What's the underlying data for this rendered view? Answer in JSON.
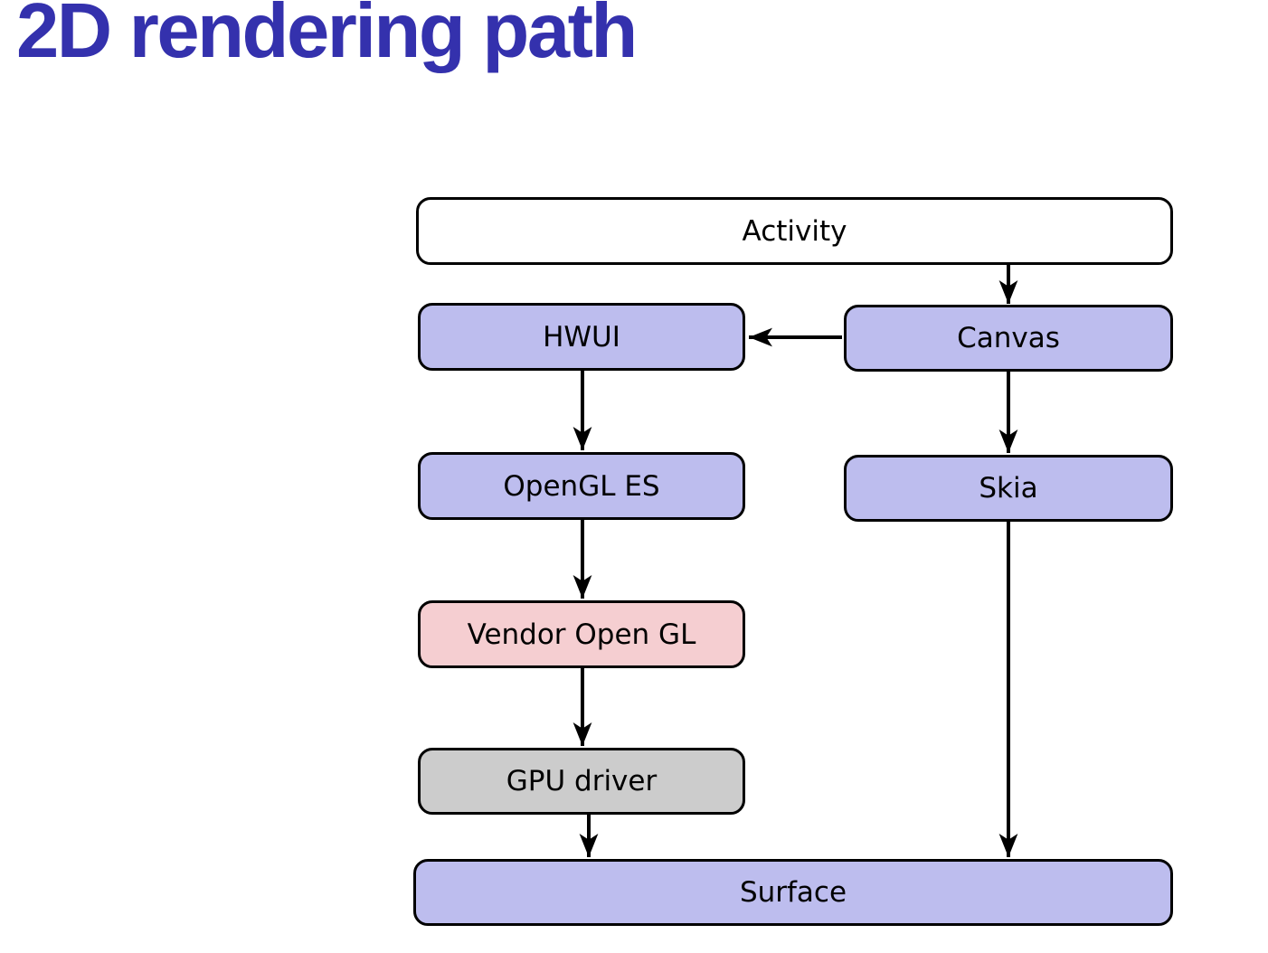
{
  "title": "2D rendering path",
  "colors": {
    "title_text": "#3431ad",
    "node_purple": "#bdbdee",
    "node_pink": "#f5ced1",
    "node_gray": "#cccccc",
    "node_white": "#ffffff",
    "node_border": "#000000",
    "arrow": "#000000"
  },
  "diagram": {
    "nodes": [
      {
        "id": "activity",
        "label": "Activity",
        "fill": "#ffffff"
      },
      {
        "id": "hwui",
        "label": "HWUI",
        "fill": "#bdbdee"
      },
      {
        "id": "canvas",
        "label": "Canvas",
        "fill": "#bdbdee"
      },
      {
        "id": "opengl_es",
        "label": "OpenGL ES",
        "fill": "#bdbdee"
      },
      {
        "id": "skia",
        "label": "Skia",
        "fill": "#bdbdee"
      },
      {
        "id": "vendor_open_gl",
        "label": "Vendor Open GL",
        "fill": "#f5ced1"
      },
      {
        "id": "gpu_driver",
        "label": "GPU driver",
        "fill": "#cccccc"
      },
      {
        "id": "surface",
        "label": "Surface",
        "fill": "#bdbdee"
      }
    ],
    "edges": [
      {
        "from": "Activity",
        "to": "Canvas"
      },
      {
        "from": "Canvas",
        "to": "HWUI"
      },
      {
        "from": "HWUI",
        "to": "OpenGL ES"
      },
      {
        "from": "Canvas",
        "to": "Skia"
      },
      {
        "from": "OpenGL ES",
        "to": "Vendor Open GL"
      },
      {
        "from": "Vendor Open GL",
        "to": "GPU driver"
      },
      {
        "from": "GPU driver",
        "to": "Surface"
      },
      {
        "from": "Skia",
        "to": "Surface"
      }
    ]
  }
}
